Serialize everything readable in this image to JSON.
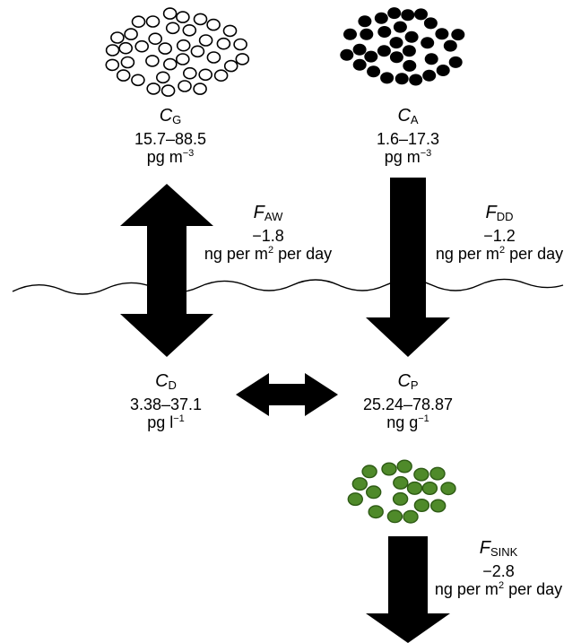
{
  "nodes": {
    "cg": {
      "symbol": "C",
      "subscript": "G",
      "range": "15.7–88.5",
      "unit_base": "pg m",
      "unit_exp": "−3"
    },
    "ca": {
      "symbol": "C",
      "subscript": "A",
      "range": "1.6–17.3",
      "unit_base": "pg m",
      "unit_exp": "−3"
    },
    "cd": {
      "symbol": "C",
      "subscript": "D",
      "range": "3.38–37.1",
      "unit_base": "pg l",
      "unit_exp": "−1"
    },
    "cp": {
      "symbol": "C",
      "subscript": "P",
      "range": "25.24–78.87",
      "unit_base": "ng g",
      "unit_exp": "−1"
    }
  },
  "fluxes": {
    "faw": {
      "symbol": "F",
      "subscript": "AW",
      "value": "−1.8",
      "unit_a": "ng per m",
      "unit_exp": "2",
      "unit_b": " per day"
    },
    "fdd": {
      "symbol": "F",
      "subscript": "DD",
      "value": "−1.2",
      "unit_a": "ng per m",
      "unit_exp": "2",
      "unit_b": " per day"
    },
    "fsink": {
      "symbol": "F",
      "subscript": "SINK",
      "value": "−2.8",
      "unit_a": "ng per m",
      "unit_exp": "2",
      "unit_b": " per day"
    }
  },
  "colors": {
    "arrow": "#000000",
    "gas_particle_stroke": "#000000",
    "aerosol_particle": "#000000",
    "sinking_particle": "#4f8a2a",
    "sinking_particle_stroke": "#2d5a14"
  }
}
